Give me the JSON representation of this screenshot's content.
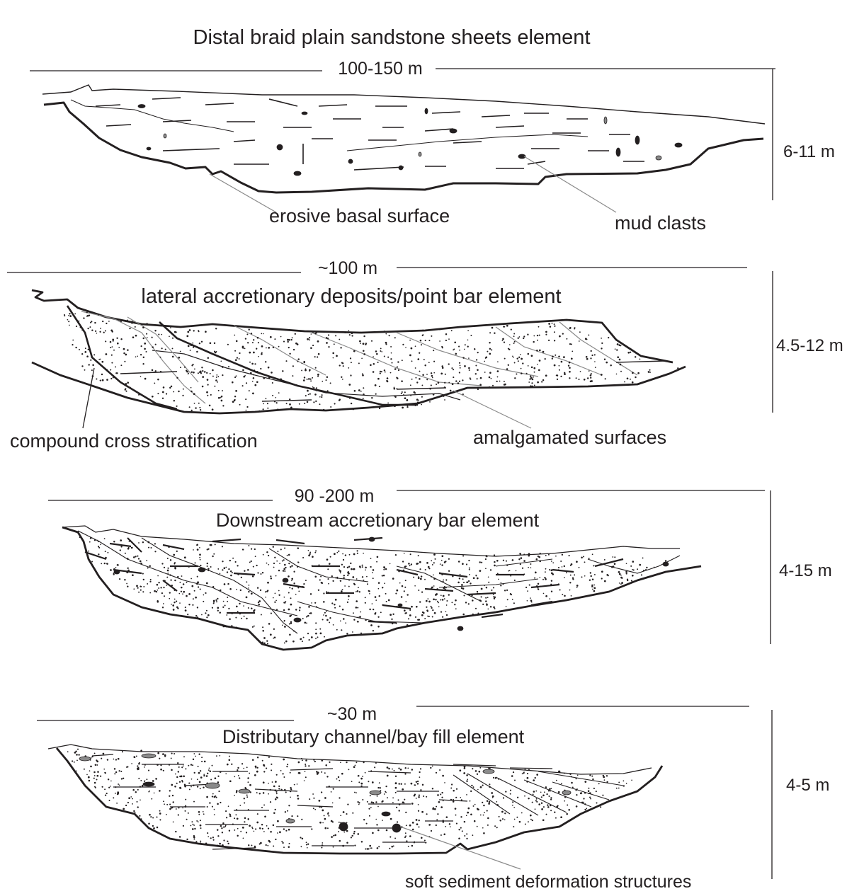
{
  "panels": [
    {
      "title": "Distal braid plain sandstone sheets element",
      "width_label": "100-150 m",
      "thickness_label": "6-11 m",
      "callouts": [
        "erosive basal surface",
        "mud clasts"
      ]
    },
    {
      "title": "lateral accretionary deposits/point bar element",
      "width_label": "~100 m",
      "thickness_label": "4.5-12 m",
      "callouts": [
        "compound cross stratification",
        "amalgamated surfaces"
      ]
    },
    {
      "title": "Downstream accretionary bar element",
      "width_label": "90 -200 m",
      "thickness_label": "4-15 m",
      "callouts": []
    },
    {
      "title": "Distributary channel/bay fill element",
      "width_label": "~30 m",
      "thickness_label": "4-5 m",
      "callouts": [
        "soft sediment deformation structures"
      ]
    }
  ],
  "colors": {
    "ink": "#231f20",
    "grey_line": "#8a8a8a",
    "background": "#ffffff"
  }
}
